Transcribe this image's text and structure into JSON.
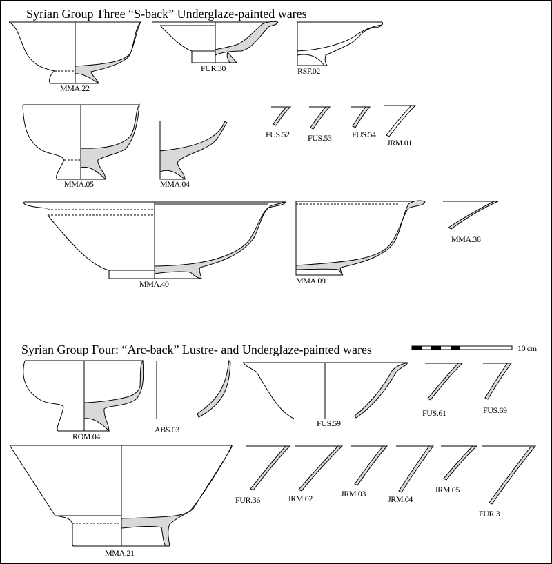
{
  "group_three": {
    "title": "Syrian Group Three “S-back” Underglaze-painted wares",
    "labels": [
      "MMA.22",
      "FUR.30",
      "RSF.02",
      "MMA.05",
      "MMA.04",
      "FUS.52",
      "FUS.53",
      "FUS.54",
      "JRM.01",
      "MMA.40",
      "MMA.09",
      "MMA.38"
    ]
  },
  "group_four": {
    "title": "Syrian Group Four: “Arc-back” Lustre- and Underglaze-painted wares",
    "labels": [
      "ROM.04",
      "ABS.03",
      "FUS.59",
      "FUS.61",
      "FUS.69",
      "MMA.21",
      "FUR.36",
      "JRM.02",
      "JRM.03",
      "JRM.04",
      "JRM.05",
      "FUR.31"
    ]
  },
  "scale_bar": {
    "label": "10 cm",
    "segments": 5
  },
  "colors": {
    "section_fill": "#d9d9d9",
    "line": "#000000",
    "background": "#ffffff"
  }
}
